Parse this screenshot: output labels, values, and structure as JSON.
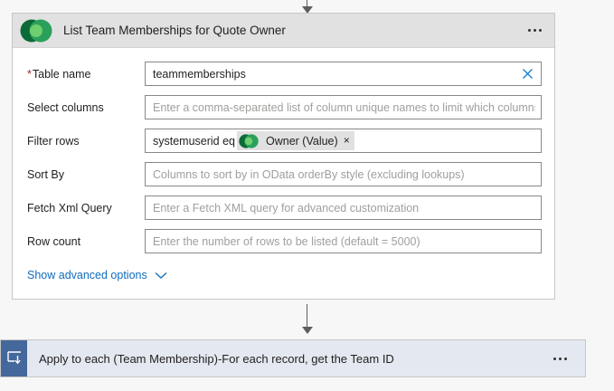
{
  "connectors": {
    "top_arrow_icon": "arrow-down-icon",
    "middle_arrow_icon": "arrow-down-icon"
  },
  "action_card": {
    "icon": "dataverse-icon",
    "title": "List Team Memberships for Quote Owner",
    "menu_icon": "more-options-icon",
    "fields": [
      {
        "label": "Table name",
        "required": true,
        "value": "teammemberships",
        "placeholder": "",
        "has_clear": true,
        "clear_icon": "close-icon"
      },
      {
        "label": "Select columns",
        "required": false,
        "value": "",
        "placeholder": "Enter a comma-separated list of column unique names to limit which columns a",
        "has_clear": false
      },
      {
        "label": "Filter rows",
        "required": false,
        "value": "systemuserid eq ",
        "placeholder": "",
        "has_clear": false,
        "token": {
          "icon": "dataverse-icon",
          "label": "Owner (Value)",
          "remove_icon": "close-icon",
          "remove_label": "×"
        }
      },
      {
        "label": "Sort By",
        "required": false,
        "value": "",
        "placeholder": "Columns to sort by in OData orderBy style (excluding lookups)",
        "has_clear": false
      },
      {
        "label": "Fetch Xml Query",
        "required": false,
        "value": "",
        "placeholder": "Enter a Fetch XML query for advanced customization",
        "has_clear": false
      },
      {
        "label": "Row count",
        "required": false,
        "value": "",
        "placeholder": "Enter the number of rows to be listed (default = 5000)",
        "has_clear": false
      }
    ],
    "advanced_options": {
      "label": "Show advanced options",
      "chevron_icon": "chevron-down-icon"
    }
  },
  "foreach_card": {
    "icon": "foreach-loop-icon",
    "title": "Apply to each (Team Membership)-For each record, get the Team ID",
    "menu_icon": "more-options-icon"
  },
  "colors": {
    "dataverse_dark_green": "#0b6a37",
    "dataverse_mid_green": "#2aa05a",
    "dataverse_light_green": "#6fce6f",
    "link_blue": "#0f6cbd",
    "required_red": "#a4262c",
    "foreach_icon_blue": "#44689b",
    "foreach_card_bg": "#e4e8f0",
    "header_bg": "#e1e1e1"
  }
}
